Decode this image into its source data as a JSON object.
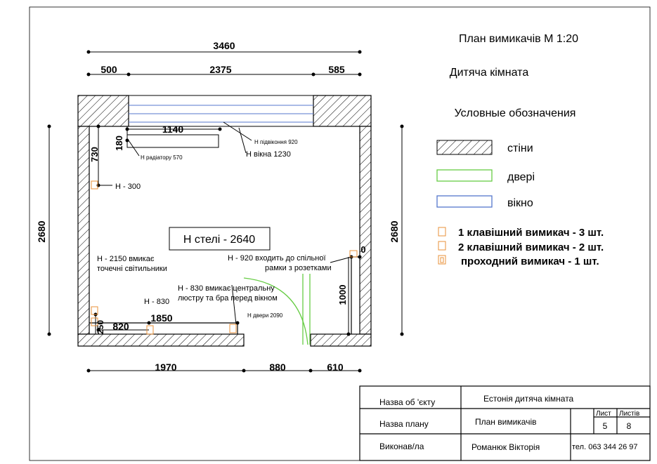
{
  "plan": {
    "title": "План вимикачів М 1:20",
    "room": "Дитяча кімната",
    "legend_title": "Условные обозначения",
    "ceiling_label": "Н стелі - 2640"
  },
  "legend": {
    "walls": "стіни",
    "doors": "двері",
    "windows": "вікно",
    "switch1": "1 клавішний вимикач - 3 шт.",
    "switch2": "2 клавішний вимикач - 2 шт.",
    "switch_pass": "проходний вимикач - 1 шт."
  },
  "dimensions": {
    "total_width": "3460",
    "top_left": "500",
    "top_mid": "2375",
    "top_right": "585",
    "left_height": "2680",
    "right_height": "2680",
    "bottom_left": "1970",
    "bottom_mid": "880",
    "bottom_right": "610",
    "radiator_width": "1140",
    "radiator_offset": "180",
    "left_730": "730",
    "bottom_1850": "1850",
    "bottom_820": "820",
    "bottom_250": "250",
    "right_1000": "1000",
    "right_0": "0"
  },
  "annotations": {
    "sill": "Н підвіконня 920",
    "window": "Н вікна 1230",
    "radiator": "Н радіатору 570",
    "h300": "Н - 300",
    "h2150_a": "Н - 2150 вмикає",
    "h2150_b": "точечні світильники",
    "h830": "Н - 830",
    "h830c_a": "Н - 830 вмикає центральну",
    "h830c_b": "люстру та бра перед вікном",
    "door": "Н двери 2090",
    "h920_a": "Н - 920 входить до спільної",
    "h920_b": "рамки з розетками"
  },
  "titleblock": {
    "object_label": "Назва об 'єкту",
    "object_value": "Естонія дитяча кімната",
    "plan_label": "Назва плану",
    "plan_value": "План вимикачів",
    "sheet_label": "Лист",
    "sheets_label": "Листів",
    "sheet_value": "5",
    "sheets_value": "8",
    "author_label": "Виконав/ла",
    "author_value": "Романюк Вікторія",
    "phone": "тел. 063 344 26 97"
  },
  "colors": {
    "door": "#66cc44",
    "window": "#5577cc",
    "switch": "#e8913a",
    "line": "#000000"
  }
}
